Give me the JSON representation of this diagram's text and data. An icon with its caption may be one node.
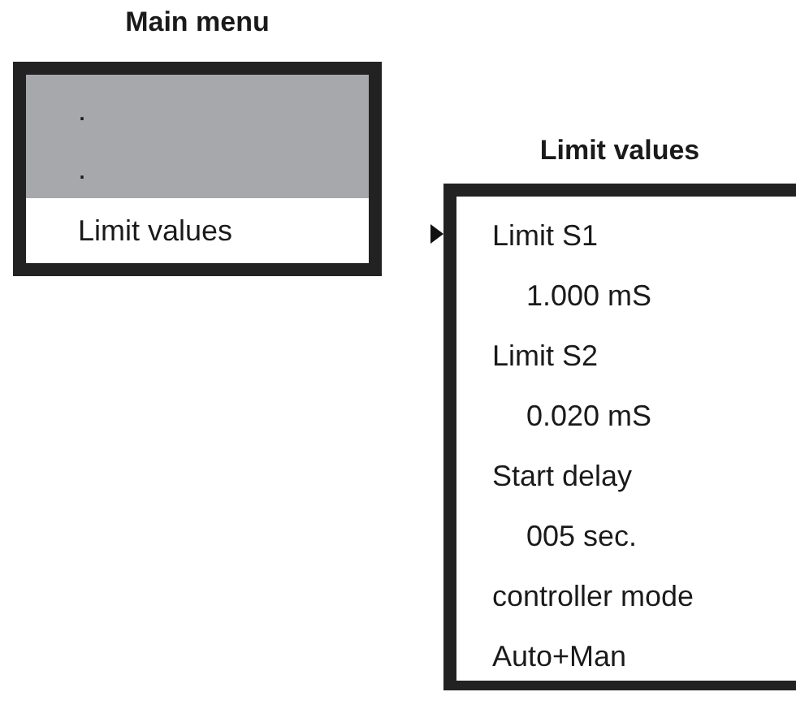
{
  "diagram": {
    "nodes": [
      {
        "text": [
          "Main menu",
          ".",
          ".",
          "Limit values"
        ]
      },
      {
        "text": [
          "Limit values",
          "Limit S1",
          "1.000 mS",
          "Limit S2",
          "0.020 mS",
          "Start delay",
          "005 sec.",
          "controller mode",
          "Auto+Man"
        ]
      }
    ],
    "edges": [
      {
        "from": 0,
        "to": 1,
        "arrow": "to"
      }
    ]
  }
}
